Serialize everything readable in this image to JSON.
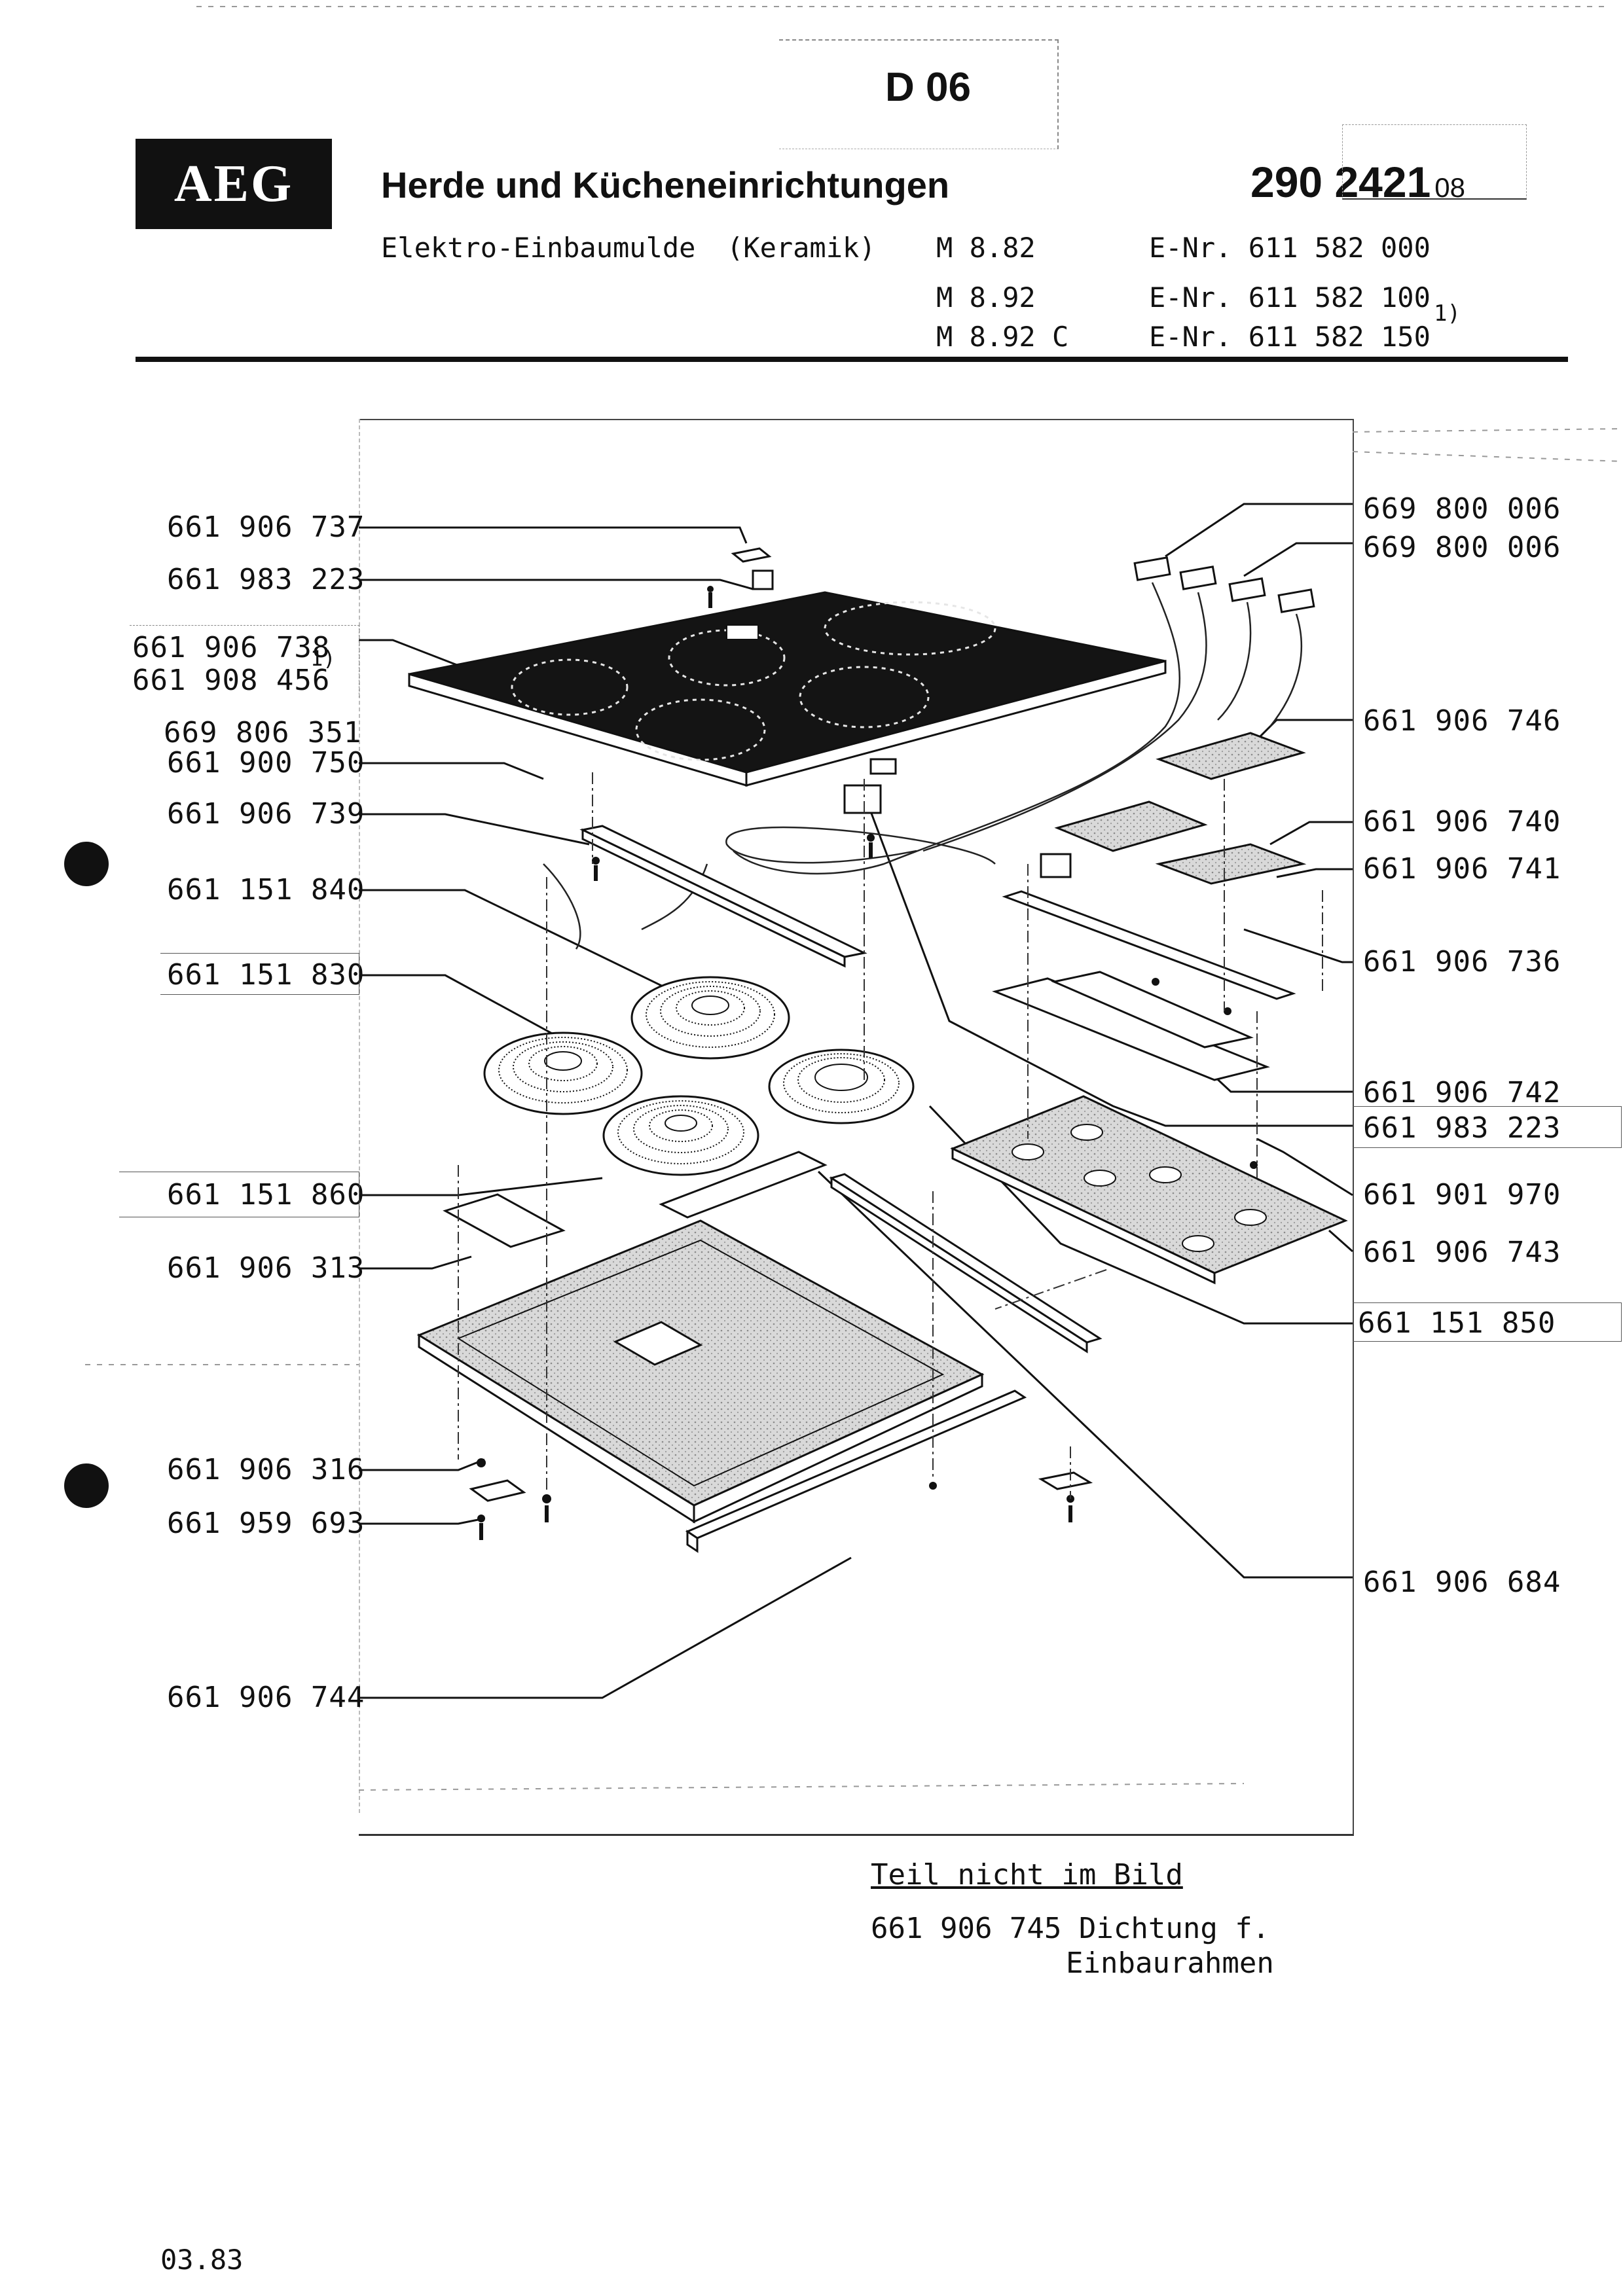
{
  "header": {
    "page_code": "D 06",
    "logo": "AEG",
    "title": "Herde und Kücheneinrichtungen",
    "doc_number": "290 2421",
    "doc_suffix": "08"
  },
  "product": {
    "name": "Elektro-Einbaumulde",
    "material": "(Keramik)",
    "models": [
      {
        "model": "M 8.82",
        "enr": "E-Nr. 611 582 000"
      },
      {
        "model": "M 8.92",
        "enr": "E-Nr. 611 582 100"
      },
      {
        "model": "M 8.92 C",
        "enr": "E-Nr. 611 582 150"
      }
    ],
    "footnote_marker": "1)"
  },
  "parts_left": [
    "661 906 737",
    "661 983 223",
    "661 906 738",
    "661 908 456",
    "669 806 351",
    "661 900 750",
    "661 906 739",
    "661 151 840",
    "661 151 830",
    "661 151 860",
    "661 906 313",
    "661 906 316",
    "661 959 693",
    "661 906 744"
  ],
  "parts_right": [
    "669 800 006",
    "669 800 006",
    "661 906 746",
    "661 906 740",
    "661 906 741",
    "661 906 736",
    "661 906 742",
    "661 983 223",
    "661 901 970",
    "661 906 743",
    "661 151 850",
    "661 906 684"
  ],
  "notes": {
    "title": "Teil nicht im Bild",
    "line1": "661 906 745 Dichtung f.",
    "line2": "Einbaurahmen"
  },
  "footer": {
    "date": "03.83"
  },
  "colors": {
    "ink": "#111111",
    "paper": "#ffffff",
    "stipple": "#b8b8b8"
  }
}
